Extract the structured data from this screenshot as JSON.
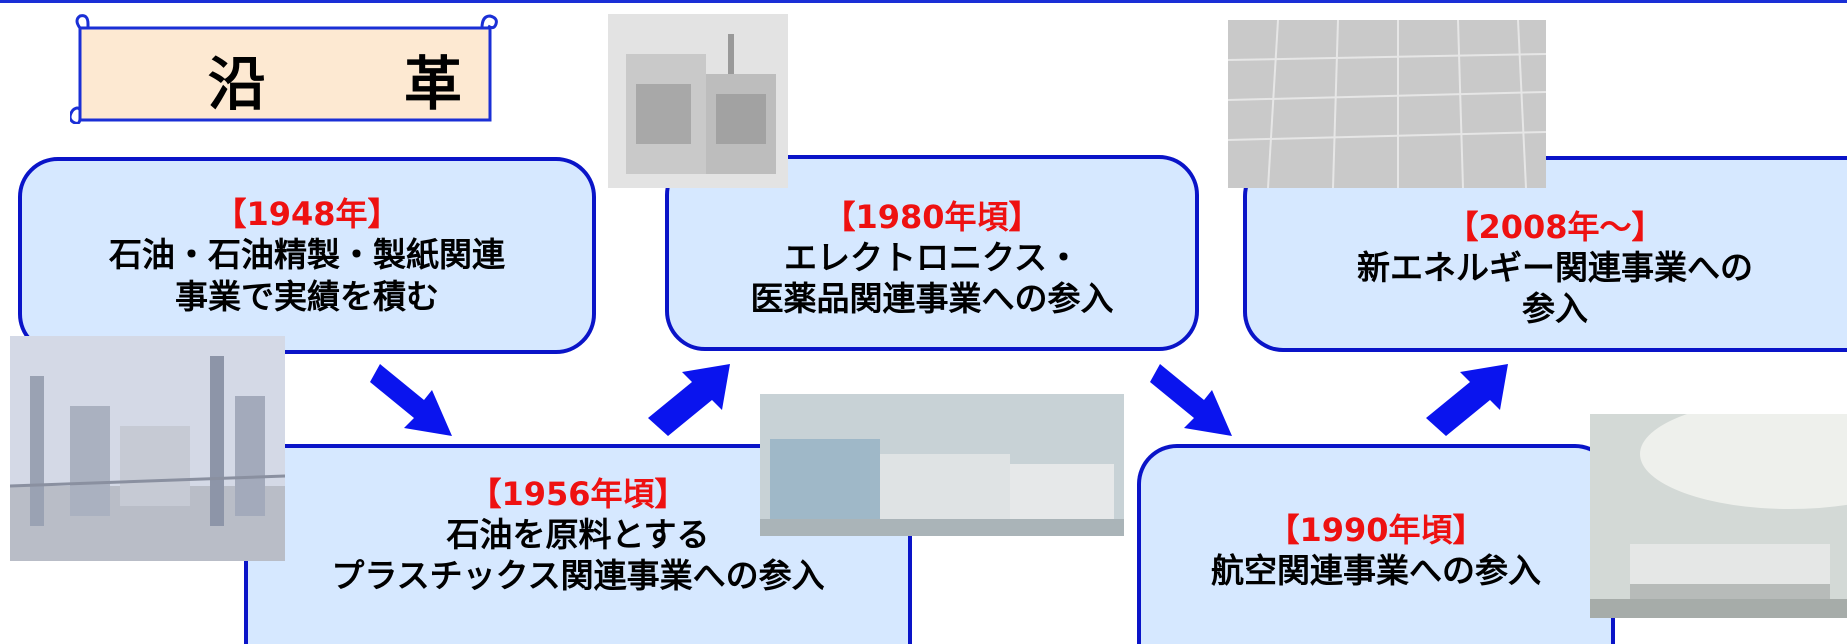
{
  "title": "沿　革",
  "events": [
    {
      "year": "【1948年】",
      "lines": [
        "石油・石油精製・製紙関連",
        "事業で実績を積む"
      ]
    },
    {
      "year": "【1956年頃】",
      "lines": [
        "石油を原料とする",
        "プラスチックス関連事業への参入"
      ]
    },
    {
      "year": "【1980年頃】",
      "lines": [
        "エレクトロニクス・",
        "医薬品関連事業への参入"
      ]
    },
    {
      "year": "【1990年頃】",
      "lines": [
        "航空関連事業への参入"
      ]
    },
    {
      "year": "【2008年～】",
      "lines": [
        "新エネルギー関連事業への",
        "参入"
      ]
    }
  ],
  "colors": {
    "border": "#0a14c8",
    "box_fill": "#d6e8ff",
    "year_text": "#ee1111",
    "arrow": "#0a14ee",
    "scroll_fill": "#fde9d2"
  },
  "icons": [
    "arrow-down-right-icon",
    "arrow-up-right-icon"
  ]
}
